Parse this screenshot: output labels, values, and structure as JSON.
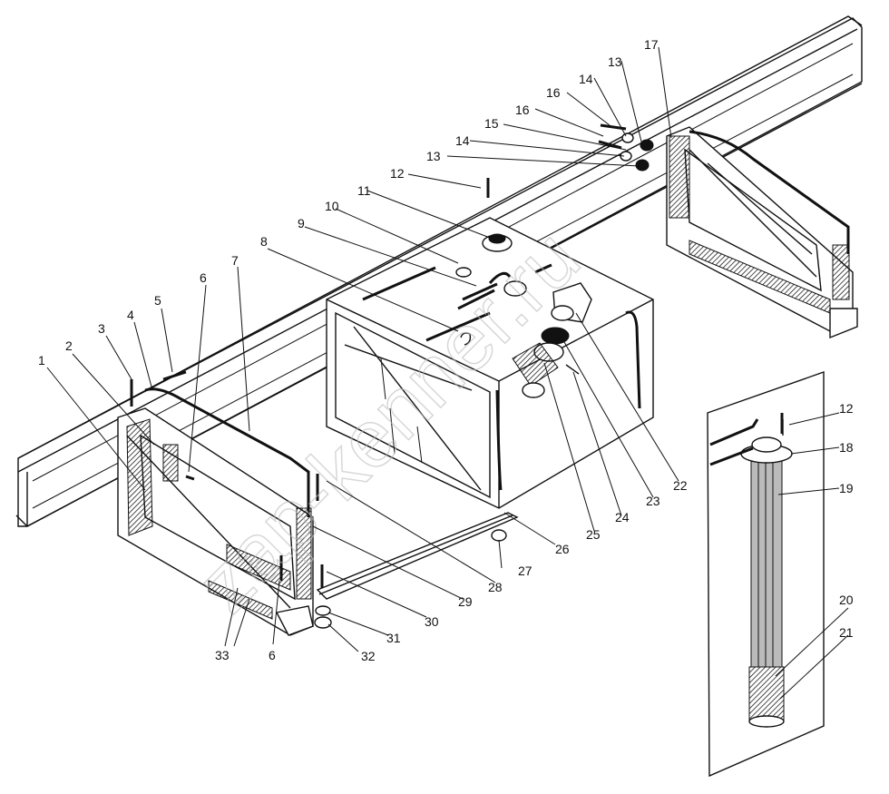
{
  "watermark": "zap-kenner.ru",
  "callouts": [
    {
      "id": "c1",
      "label": "1"
    },
    {
      "id": "c2",
      "label": "2"
    },
    {
      "id": "c3",
      "label": "3"
    },
    {
      "id": "c4",
      "label": "4"
    },
    {
      "id": "c5",
      "label": "5"
    },
    {
      "id": "c6a",
      "label": "6"
    },
    {
      "id": "c6b",
      "label": "6"
    },
    {
      "id": "c7",
      "label": "7"
    },
    {
      "id": "c8",
      "label": "8"
    },
    {
      "id": "c9",
      "label": "9"
    },
    {
      "id": "c10",
      "label": "10"
    },
    {
      "id": "c11",
      "label": "11"
    },
    {
      "id": "c12a",
      "label": "12"
    },
    {
      "id": "c12b",
      "label": "12"
    },
    {
      "id": "c13a",
      "label": "13"
    },
    {
      "id": "c13b",
      "label": "13"
    },
    {
      "id": "c14a",
      "label": "14"
    },
    {
      "id": "c14b",
      "label": "14"
    },
    {
      "id": "c15",
      "label": "15"
    },
    {
      "id": "c16a",
      "label": "16"
    },
    {
      "id": "c16b",
      "label": "16"
    },
    {
      "id": "c17",
      "label": "17"
    },
    {
      "id": "c18",
      "label": "18"
    },
    {
      "id": "c19",
      "label": "19"
    },
    {
      "id": "c20",
      "label": "20"
    },
    {
      "id": "c21",
      "label": "21"
    },
    {
      "id": "c22",
      "label": "22"
    },
    {
      "id": "c23",
      "label": "23"
    },
    {
      "id": "c24",
      "label": "24"
    },
    {
      "id": "c25",
      "label": "25"
    },
    {
      "id": "c26",
      "label": "26"
    },
    {
      "id": "c27",
      "label": "27"
    },
    {
      "id": "c28",
      "label": "28"
    },
    {
      "id": "c29",
      "label": "29"
    },
    {
      "id": "c30",
      "label": "30"
    },
    {
      "id": "c31",
      "label": "31"
    },
    {
      "id": "c32",
      "label": "32"
    },
    {
      "id": "c33",
      "label": "33"
    }
  ]
}
